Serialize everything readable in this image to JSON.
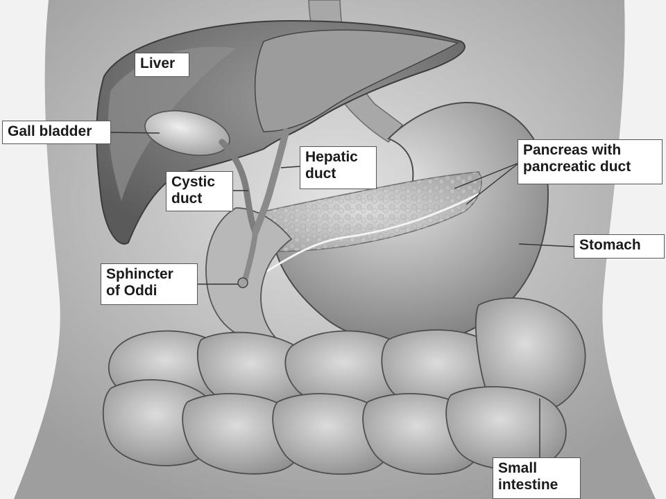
{
  "labels": {
    "liver": [
      "Liver"
    ],
    "gall_bladder": [
      "Gall bladder"
    ],
    "hepatic_duct": [
      "Hepatic",
      "duct"
    ],
    "cystic_duct": [
      "Cystic",
      "duct"
    ],
    "pancreas": [
      "Pancreas with",
      "pancreatic duct"
    ],
    "stomach": [
      "Stomach"
    ],
    "sphincter": [
      "Sphincter",
      "of Oddi"
    ],
    "small_intestine": [
      "Small",
      "intestine"
    ]
  },
  "colors": {
    "background": "#d6d6d6",
    "label_fill": "#ffffff",
    "label_border": "#555555",
    "leader_line": "#333333"
  }
}
